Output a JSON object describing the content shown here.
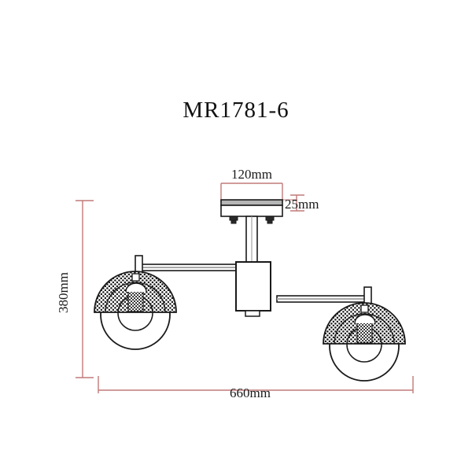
{
  "drawing": {
    "title": "MR1781-6",
    "product_type": "ceiling lamp technical drawing",
    "colors": {
      "outline": "#1a1a1a",
      "dimension_line": "#c07a78",
      "metal_fill": "#b5b5b5",
      "background": "#ffffff"
    }
  },
  "dimensions": {
    "width": {
      "label": "660mm",
      "value": 660,
      "unit": "mm",
      "orientation": "horizontal",
      "position": "bottom"
    },
    "height": {
      "label": "380mm",
      "value": 380,
      "unit": "mm",
      "orientation": "vertical",
      "position": "left"
    },
    "canopy_width": {
      "label": "120mm",
      "value": 120,
      "unit": "mm",
      "orientation": "horizontal",
      "position": "top"
    },
    "canopy_height": {
      "label": "25mm",
      "value": 25,
      "unit": "mm",
      "orientation": "vertical",
      "position": "right-of-canopy"
    }
  },
  "parts": {
    "ceiling_plate": "ceiling-mount-plate",
    "stem": "vertical-support-stem",
    "body": "central-body-box",
    "left_arm": "left-horizontal-arm",
    "right_arm": "right-horizontal-arm",
    "left_shade": "left-mesh-globe-shade",
    "right_shade": "right-mesh-globe-shade",
    "bulb": "light-bulb"
  }
}
